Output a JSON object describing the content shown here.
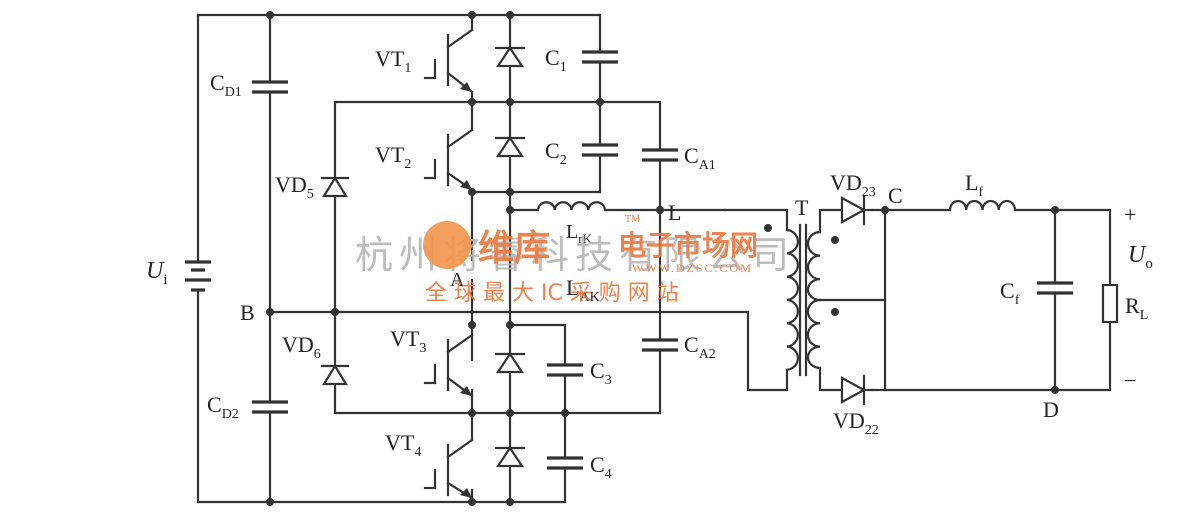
{
  "diagram": {
    "labels": {
      "vt1": [
        "VT",
        "1"
      ],
      "vt2": [
        "VT",
        "2"
      ],
      "vt3": [
        "VT",
        "3"
      ],
      "vt4": [
        "VT",
        "4"
      ],
      "c1": [
        "C",
        "1"
      ],
      "c2": [
        "C",
        "2"
      ],
      "c3": [
        "C",
        "3"
      ],
      "c4": [
        "C",
        "4"
      ],
      "ca1": [
        "C",
        "A1"
      ],
      "ca2": [
        "C",
        "A2"
      ],
      "cd1": [
        "C",
        "D1"
      ],
      "cd2": [
        "C",
        "D2"
      ],
      "vd5": [
        "VD",
        "5"
      ],
      "vd6": [
        "VD",
        "6"
      ],
      "vd23": [
        "VD",
        "23"
      ],
      "vd22": [
        "VD",
        "22"
      ],
      "ui": [
        "U",
        "i"
      ],
      "uo": [
        "U",
        "o"
      ],
      "lf": [
        "L",
        "f"
      ],
      "cf": [
        "C",
        "f"
      ],
      "rl": [
        "R",
        "L"
      ],
      "lak": [
        "L",
        "AK"
      ],
      "lrk": [
        "L",
        "rK"
      ],
      "node_b": "B",
      "node_a": "A",
      "node_l": "L",
      "node_c": "C",
      "node_d": "D",
      "transformer": "T",
      "plus": "+",
      "minus": "−"
    }
  },
  "watermark": {
    "brand": "维库",
    "site_cn": "电子市场网",
    "url": "WWW.DZSC.COM",
    "tm": "TM",
    "slogan": "全 球 最 大 IC 采 购 网 站",
    "company": "杭州将睿科技有限公司"
  }
}
